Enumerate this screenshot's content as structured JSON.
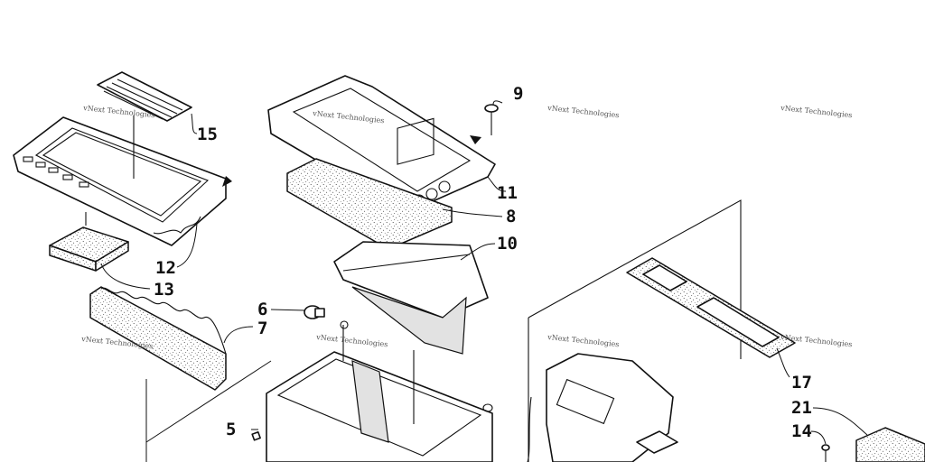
{
  "callouts": [
    {
      "id": "5",
      "text": "5"
    },
    {
      "id": "6",
      "text": "6"
    },
    {
      "id": "7",
      "text": "7"
    },
    {
      "id": "8",
      "text": "8"
    },
    {
      "id": "9",
      "text": "9"
    },
    {
      "id": "10",
      "text": "10"
    },
    {
      "id": "11",
      "text": "11"
    },
    {
      "id": "12",
      "text": "12"
    },
    {
      "id": "13",
      "text": "13"
    },
    {
      "id": "14",
      "text": "14"
    },
    {
      "id": "15",
      "text": "15"
    },
    {
      "id": "17",
      "text": "17"
    },
    {
      "id": "21",
      "text": "21"
    }
  ],
  "watermark": {
    "text": "vNext Technologies"
  }
}
